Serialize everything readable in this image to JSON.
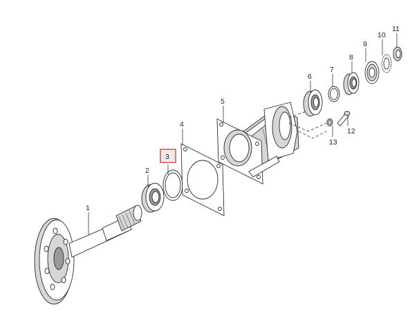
{
  "callouts": {
    "c1": "1",
    "c2": "2",
    "c3": "3",
    "c4": "4",
    "c5": "5",
    "c6": "6",
    "c7": "7",
    "c8": "8",
    "c9": "9",
    "c10": "10",
    "c11": "11",
    "c12": "12",
    "c13": "13"
  },
  "highlighted_callout": "3",
  "colors": {
    "highlight_border": "#e0453a",
    "highlight_fill": "#ececec"
  }
}
